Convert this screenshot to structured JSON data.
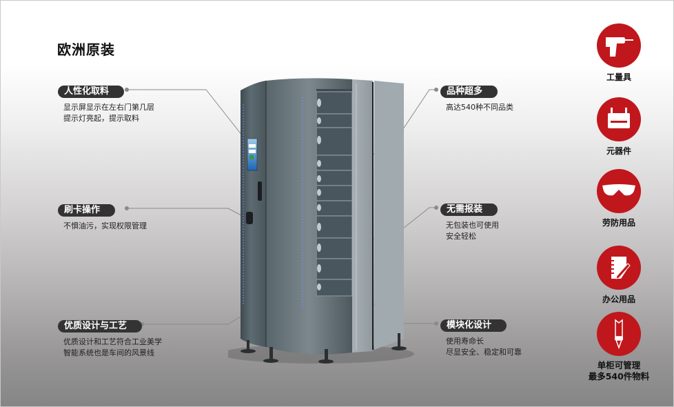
{
  "title": "欧洲原装",
  "features_left": [
    {
      "label": "人性化取料",
      "desc": [
        "显示屏显示在左右门第几层",
        "提示灯亮起，提示取料"
      ]
    },
    {
      "label": "刷卡操作",
      "desc": [
        "不惧油污，实现权限管理"
      ]
    },
    {
      "label": "优质设计与工艺",
      "desc": [
        "优质设计和工艺符合工业美学",
        "智能系统也是车间的风景线"
      ]
    }
  ],
  "features_right": [
    {
      "label": "品种超多",
      "desc": [
        "高达540种不同品类"
      ]
    },
    {
      "label": "无需报装",
      "desc": [
        "无包装也可使用",
        "安全轻松"
      ]
    },
    {
      "label": "模块化设计",
      "desc": [
        "使用寿命长",
        "尽显安全、稳定和可靠"
      ]
    }
  ],
  "categories": [
    {
      "icon": "drill-icon",
      "label": "工量具"
    },
    {
      "icon": "component-icon",
      "label": "元器件"
    },
    {
      "icon": "safety-goggles-icon",
      "label": "劳防用品"
    },
    {
      "icon": "notebook-pen-icon",
      "label": "办公用品"
    },
    {
      "icon": "cutting-tool-icon",
      "label": "单柜可管理",
      "label2": "最多540件物料"
    }
  ],
  "colors": {
    "accent_red": "#c0171d",
    "pill_bg": "#333333",
    "cabinet_body": "#5f6b70",
    "cabinet_light": "#a4acb0"
  }
}
